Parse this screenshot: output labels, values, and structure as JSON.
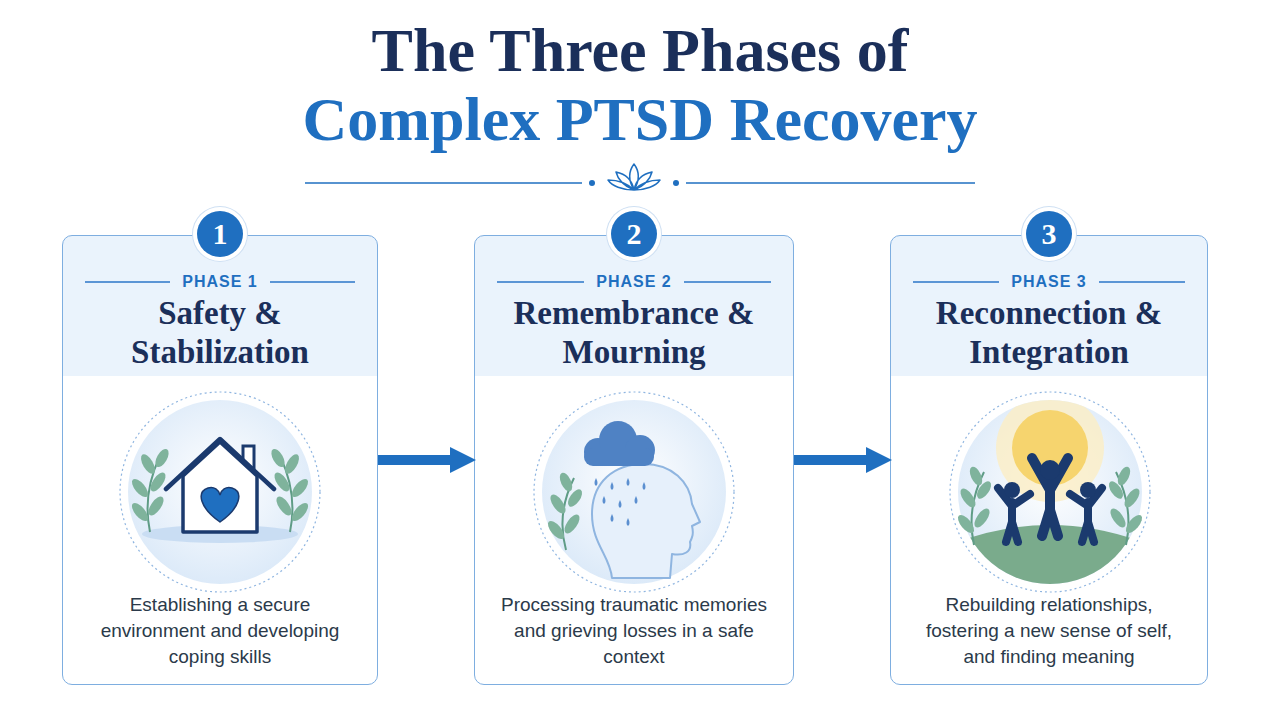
{
  "diagram": {
    "title": "The Three Phases of Complex PTSD Recovery",
    "nodes": [
      {
        "text": [
          "1",
          "PHASE 1",
          "Safety & Stabilization",
          "Establishing a secure environment and developing coping skills"
        ]
      },
      {
        "text": [
          "2",
          "PHASE 2",
          "Remembrance & Mourning",
          "Processing traumatic memories and grieving losses in a safe context"
        ]
      },
      {
        "text": [
          "3",
          "PHASE 3",
          "Reconnection & Integration",
          "Rebuilding relationships, fostering a new sense of self, and finding meaning"
        ]
      }
    ],
    "edges": [
      {
        "from": 0,
        "to": 1,
        "arrow": "to"
      },
      {
        "from": 1,
        "to": 2,
        "arrow": "to"
      }
    ]
  }
}
